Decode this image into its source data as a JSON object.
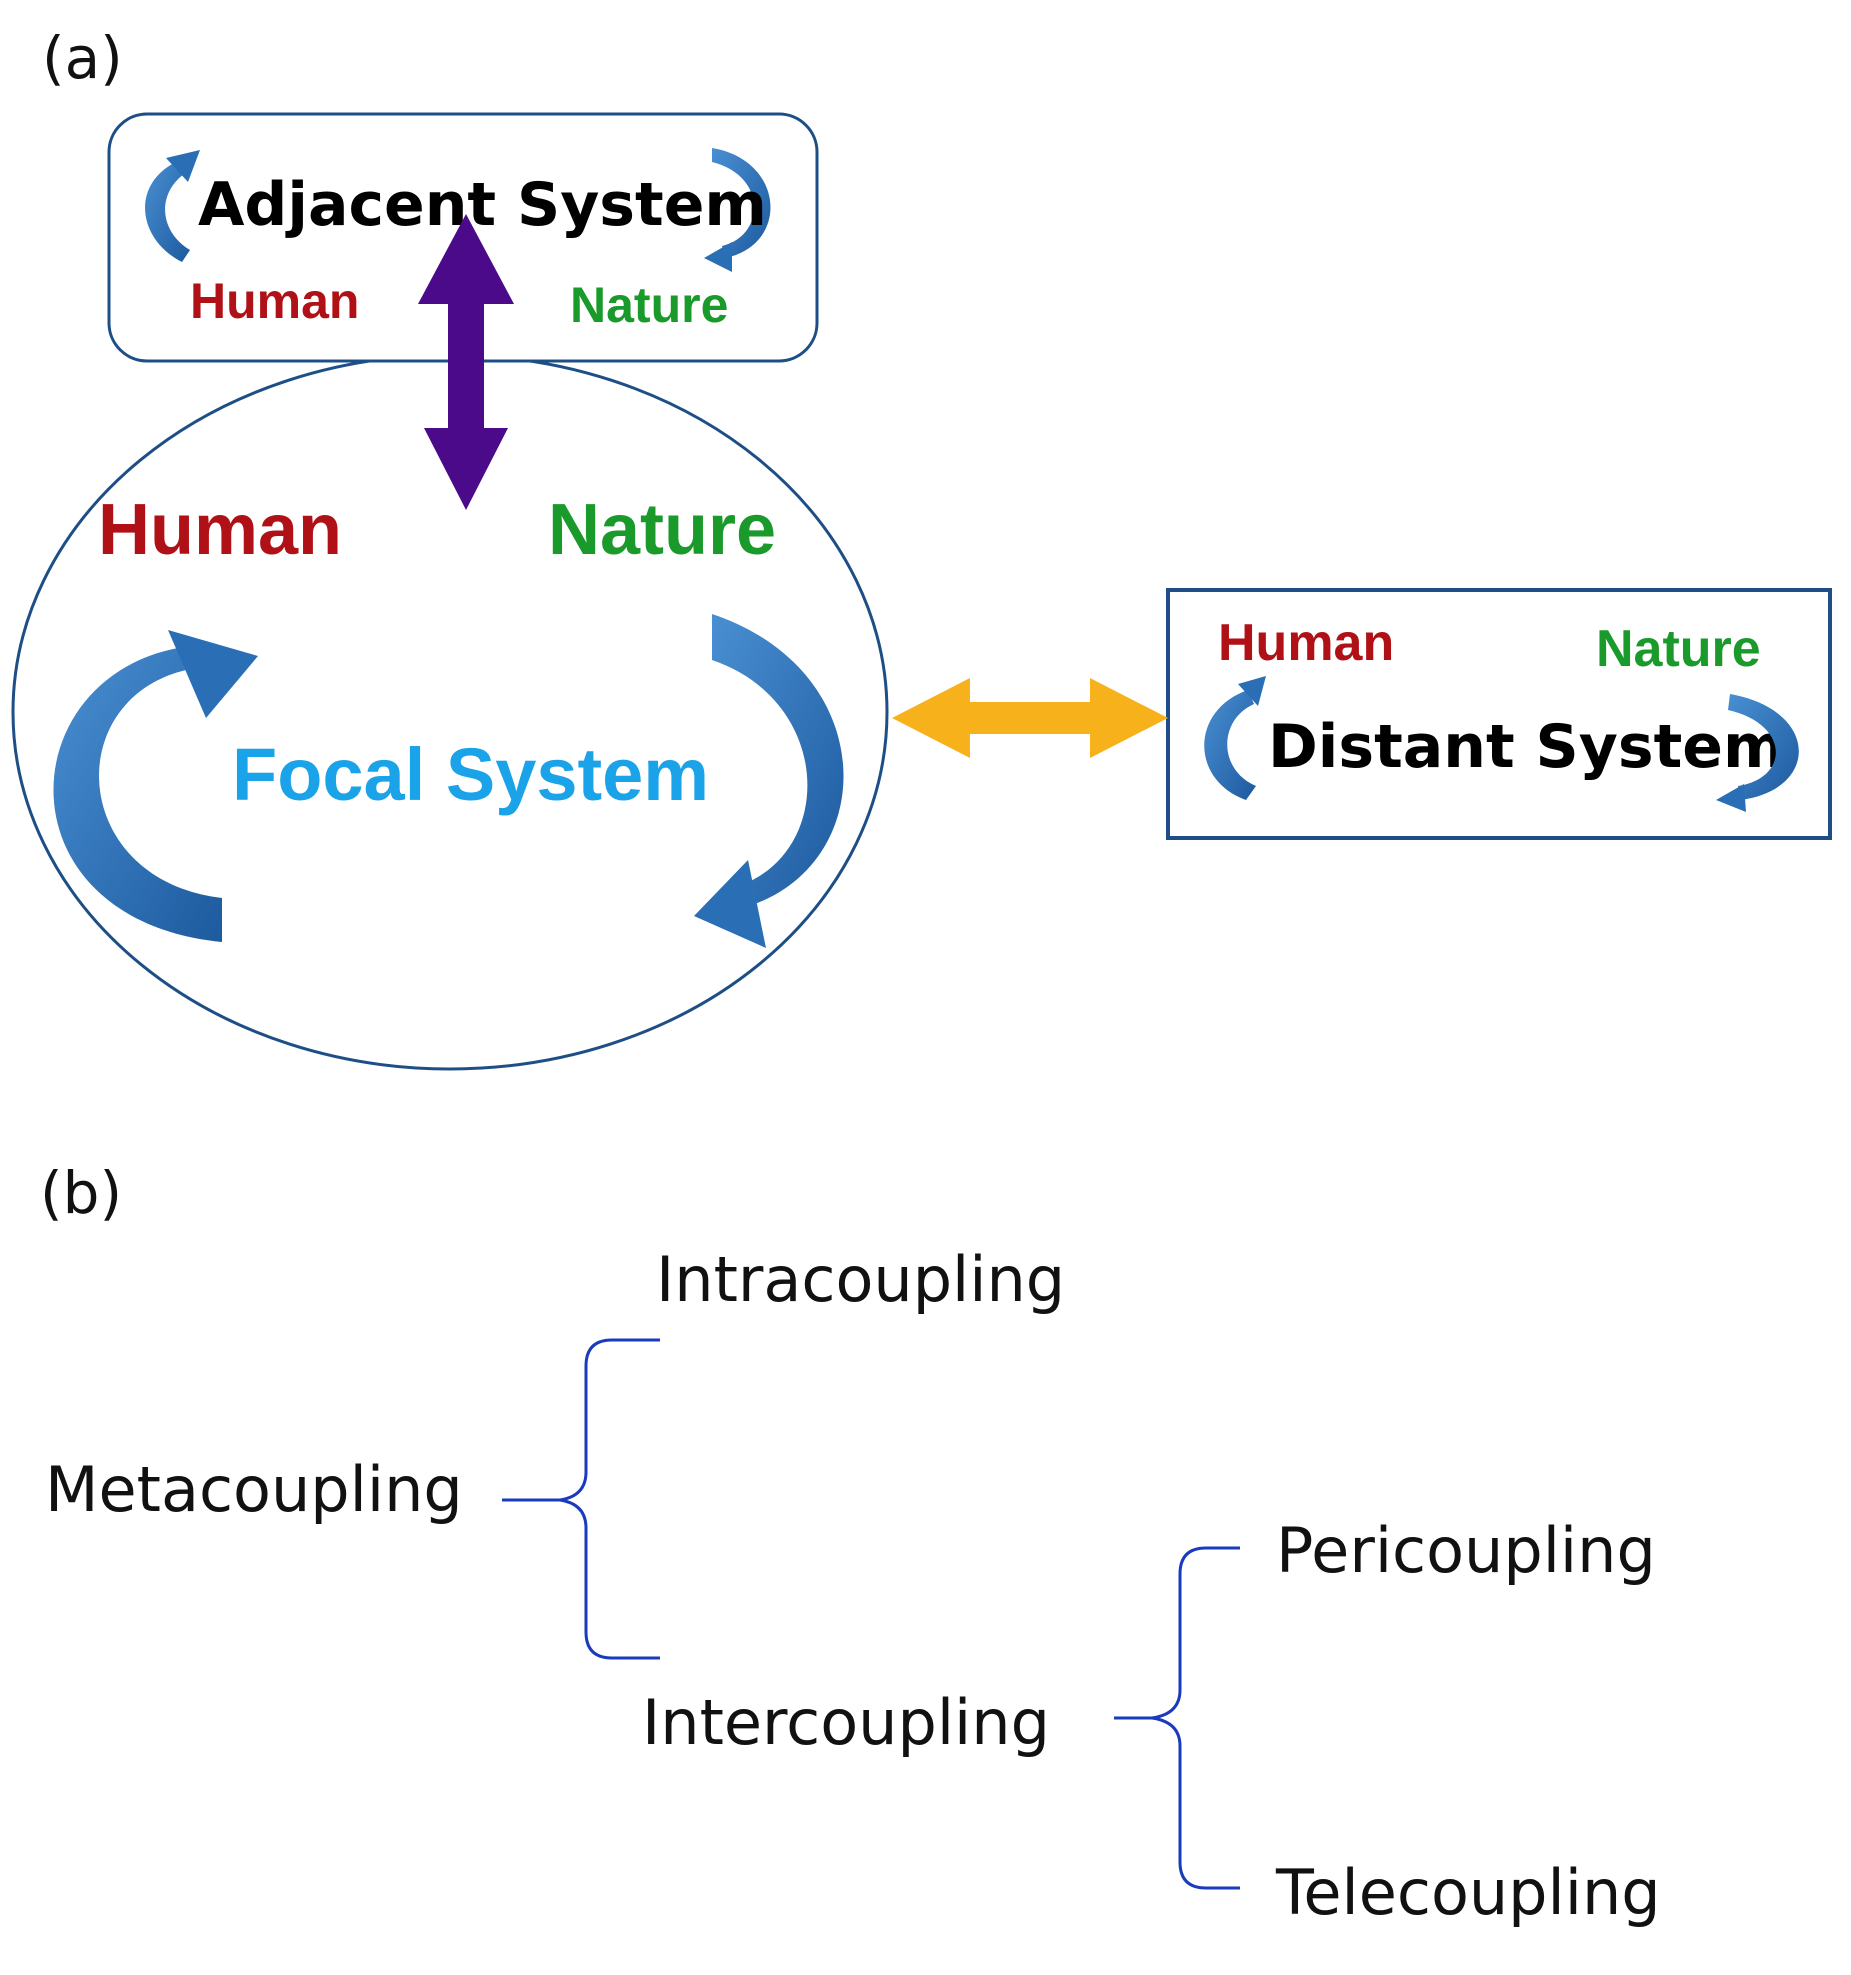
{
  "panel_a": {
    "label": "(a)",
    "adjacent": {
      "title": "Adjacent System",
      "human": "Human",
      "nature": "Nature"
    },
    "focal": {
      "title": "Focal System",
      "human": "Human",
      "nature": "Nature"
    },
    "distant": {
      "title": "Distant System",
      "human": "Human",
      "nature": "Nature"
    }
  },
  "panel_b": {
    "label": "(b)",
    "root": "Metacoupling",
    "intra": "Intracoupling",
    "inter": "Intercoupling",
    "peri": "Pericoupling",
    "tele": "Telecoupling"
  },
  "colors": {
    "human": "#b01116",
    "nature": "#1a9a2a",
    "focal_title": "#1aa3e8",
    "outline": "#1d4f86",
    "cycle_arrow": "#2a6fb5",
    "vertical_link": "#4b0a8a",
    "horizontal_link": "#f7b21b",
    "brace": "#1a3bbd"
  }
}
